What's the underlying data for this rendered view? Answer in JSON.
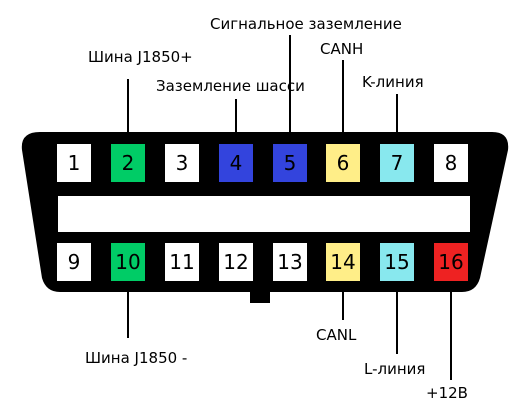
{
  "pins": [
    {
      "number": "1",
      "color": "#ffffff"
    },
    {
      "number": "2",
      "color": "#00cc66"
    },
    {
      "number": "3",
      "color": "#ffffff"
    },
    {
      "number": "4",
      "color": "#3344dd"
    },
    {
      "number": "5",
      "color": "#3344dd"
    },
    {
      "number": "6",
      "color": "#ffee88"
    },
    {
      "number": "7",
      "color": "#88e8ee"
    },
    {
      "number": "8",
      "color": "#ffffff"
    },
    {
      "number": "9",
      "color": "#ffffff"
    },
    {
      "number": "10",
      "color": "#00cc66"
    },
    {
      "number": "11",
      "color": "#ffffff"
    },
    {
      "number": "12",
      "color": "#ffffff"
    },
    {
      "number": "13",
      "color": "#ffffff"
    },
    {
      "number": "14",
      "color": "#ffee88"
    },
    {
      "number": "15",
      "color": "#88e8ee"
    },
    {
      "number": "16",
      "color": "#ee2222"
    }
  ],
  "labels": {
    "pin2": "Шина J1850+",
    "pin4": "Заземление шасси",
    "pin5": "Сигнальное заземление",
    "pin6": "CANH",
    "pin7": "K-линия",
    "pin10": "Шина J1850 -",
    "pin14": "CANL",
    "pin15": "L-линия",
    "pin16": "+12В"
  },
  "colors": {
    "connector_body": "#000000",
    "background": "#ffffff",
    "line": "#000000"
  }
}
